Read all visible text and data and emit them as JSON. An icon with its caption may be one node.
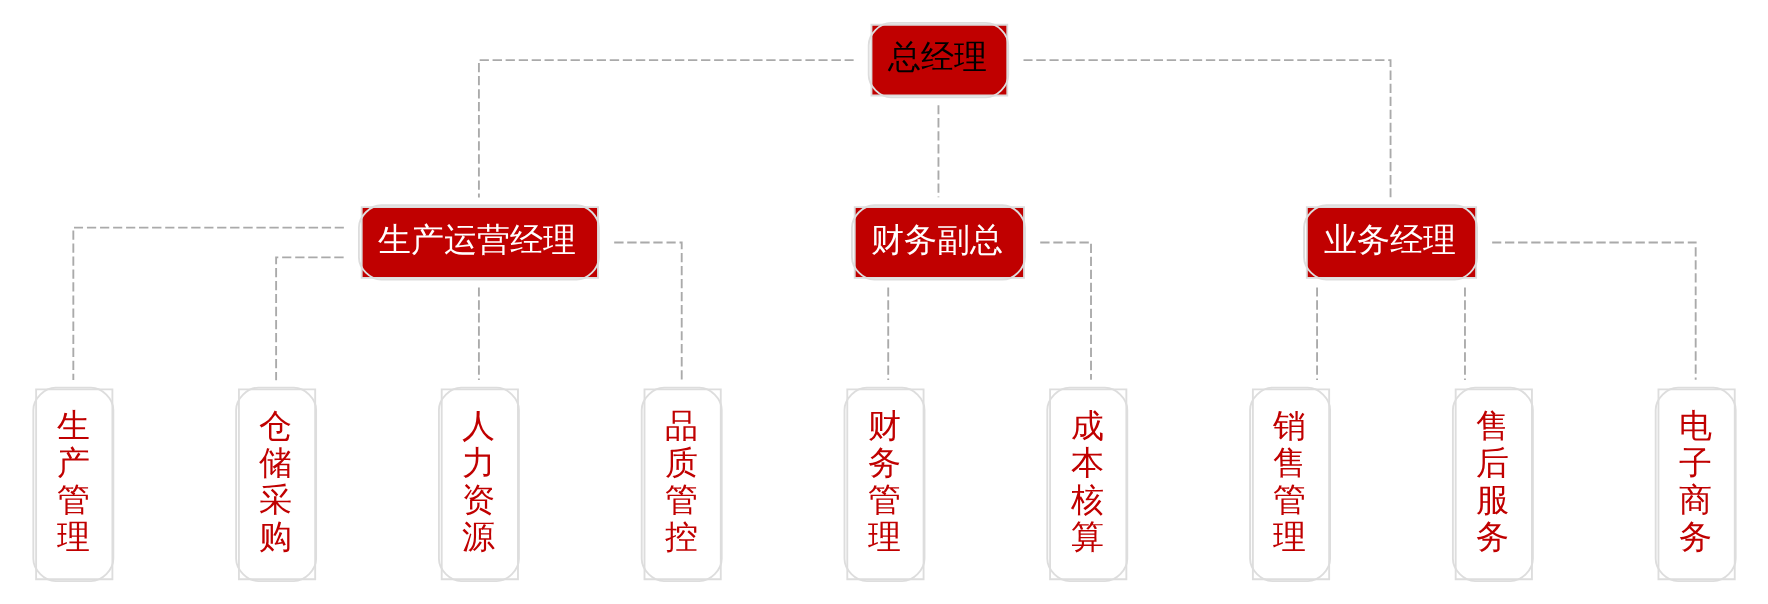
{
  "diagram": {
    "nodes": [
      {
        "text": [
          "总经理"
        ]
      },
      {
        "text": [
          "生产运营经理"
        ]
      },
      {
        "text": [
          "财务副总"
        ]
      },
      {
        "text": [
          "业务经理"
        ]
      },
      {
        "text": [
          "生产管理"
        ]
      },
      {
        "text": [
          "仓储采购"
        ]
      },
      {
        "text": [
          "人力资源"
        ]
      },
      {
        "text": [
          "品质管控"
        ]
      },
      {
        "text": [
          "财务管理"
        ]
      },
      {
        "text": [
          "成本核算"
        ]
      },
      {
        "text": [
          "销售管理"
        ]
      },
      {
        "text": [
          "售后服务"
        ]
      },
      {
        "text": [
          "电子商务"
        ]
      }
    ],
    "edges": [
      {
        "from": 0,
        "to": 1,
        "arrow": "none",
        "style": "dashed"
      },
      {
        "from": 0,
        "to": 2,
        "arrow": "none",
        "style": "dashed"
      },
      {
        "from": 0,
        "to": 3,
        "arrow": "none",
        "style": "dashed"
      },
      {
        "from": 1,
        "to": 4,
        "arrow": "none",
        "style": "dashed"
      },
      {
        "from": 1,
        "to": 5,
        "arrow": "none",
        "style": "dashed"
      },
      {
        "from": 1,
        "to": 6,
        "arrow": "none",
        "style": "dashed"
      },
      {
        "from": 1,
        "to": 7,
        "arrow": "none",
        "style": "dashed"
      },
      {
        "from": 2,
        "to": 8,
        "arrow": "none",
        "style": "dashed"
      },
      {
        "from": 2,
        "to": 9,
        "arrow": "none",
        "style": "dashed"
      },
      {
        "from": 3,
        "to": 10,
        "arrow": "none",
        "style": "dashed"
      },
      {
        "from": 3,
        "to": 11,
        "arrow": "none",
        "style": "dashed"
      },
      {
        "from": 3,
        "to": 12,
        "arrow": "none",
        "style": "dashed"
      }
    ]
  }
}
